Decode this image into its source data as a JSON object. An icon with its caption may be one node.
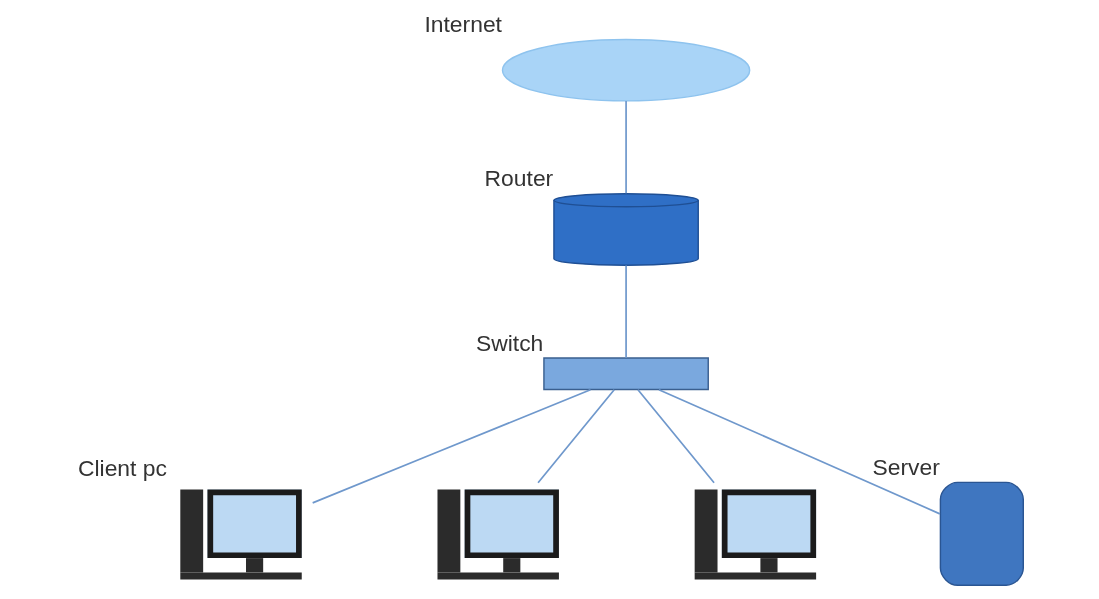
{
  "diagram": {
    "nodes": [
      {
        "text": [],
        "shape": "cloud",
        "beside": [
          "Internet"
        ]
      },
      {
        "text": [],
        "shape": "cylinder",
        "beside": [
          "Router"
        ]
      },
      {
        "text": [],
        "shape": "box",
        "beside": [
          "Switch"
        ]
      },
      {
        "text": [],
        "shape": "picture",
        "beside": [
          "Client pc"
        ]
      },
      {
        "text": [],
        "shape": "picture"
      },
      {
        "text": [],
        "shape": "picture"
      },
      {
        "text": [],
        "shape": "box",
        "beside": [
          "Server"
        ]
      }
    ],
    "edges": [
      {
        "from": 0,
        "to": 1,
        "arrow": "none"
      },
      {
        "from": 1,
        "to": 2,
        "arrow": "none"
      },
      {
        "from": 2,
        "to": 3,
        "arrow": "none"
      },
      {
        "from": 2,
        "to": 4,
        "arrow": "none"
      },
      {
        "from": 2,
        "to": 5,
        "arrow": "none"
      },
      {
        "from": 2,
        "to": 6,
        "arrow": "none"
      }
    ]
  }
}
